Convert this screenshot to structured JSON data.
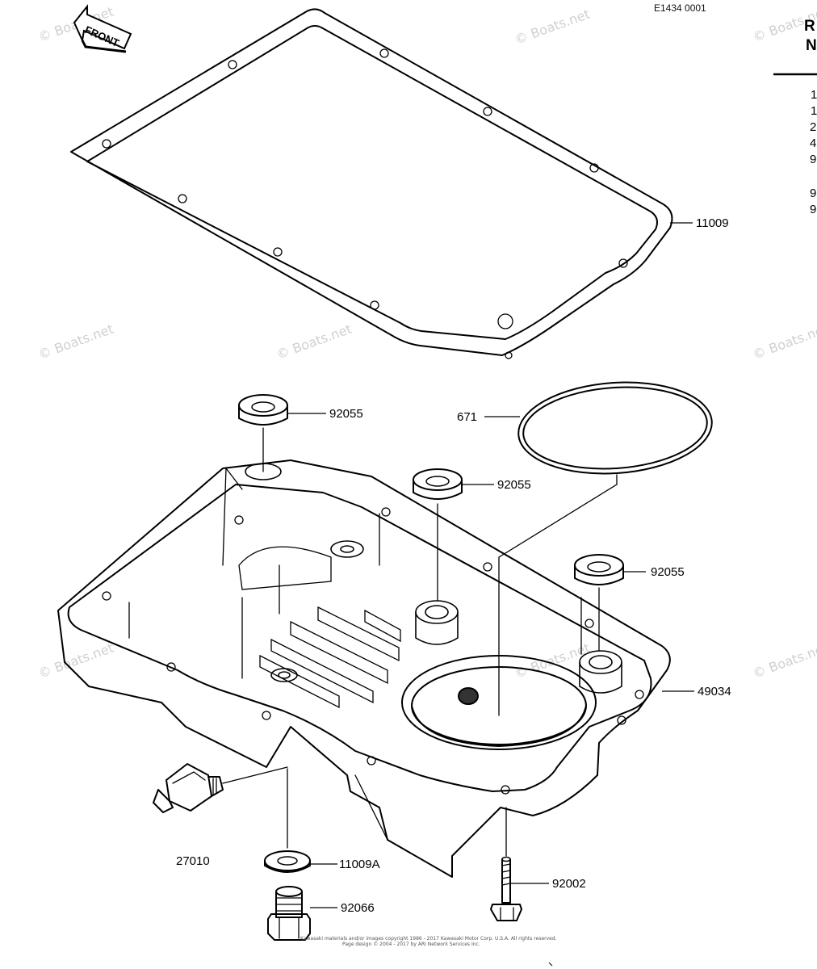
{
  "diagram": {
    "code": "E1434 0001",
    "front_label": "FRONT",
    "watermark": "© Boats.net",
    "parts": [
      {
        "number": "11009"
      },
      {
        "number": "92055"
      },
      {
        "number": "671"
      },
      {
        "number": "92055"
      },
      {
        "number": "92055"
      },
      {
        "number": "49034"
      },
      {
        "number": "27010"
      },
      {
        "number": "11009A"
      },
      {
        "number": "92002"
      },
      {
        "number": "92066"
      }
    ],
    "copyright_line1": "Kawasaki materials and/or images copyright 1986 - 2017 Kawasaki Motor Corp. U.S.A. All rights reserved.",
    "copyright_line2": "Page design © 2004 - 2017 by ARI Network Services Inc."
  },
  "side_panel": {
    "header_line1": "R",
    "header_line2": "N",
    "rows": [
      "1",
      "1",
      "2",
      "4",
      "9",
      "9",
      "9"
    ]
  }
}
